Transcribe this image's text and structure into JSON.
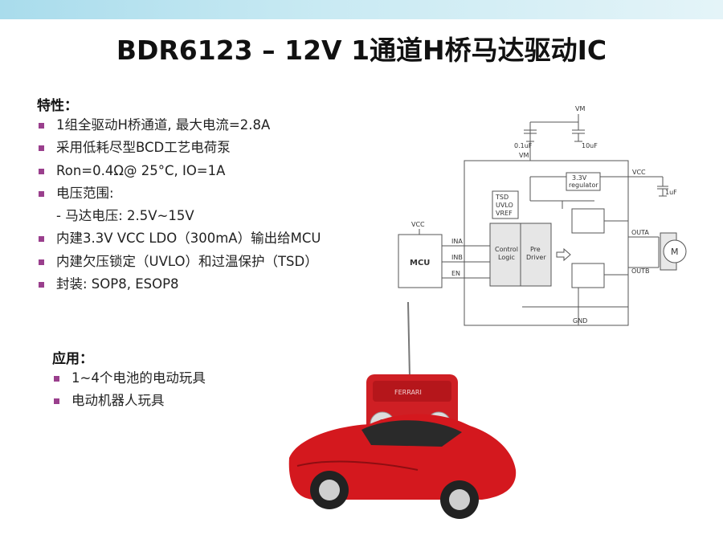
{
  "title": "BDR6123 – 12V 1通道H桥马达驱动IC",
  "features": {
    "heading": "特性：",
    "items": [
      {
        "text": "1组全驱动H桥通道, 最大电流=2.8A",
        "bullet": true
      },
      {
        "text": "采用低耗尽型BCD工艺电荷泵",
        "bullet": true
      },
      {
        "text": "Ron=0.4Ω@ 25°C, IO=1A",
        "bullet": true
      },
      {
        "text": "电压范围:",
        "bullet": true
      },
      {
        "text": "- 马达电压: 2.5V~15V",
        "bullet": false
      },
      {
        "text": "内建3.3V VCC LDO（300mA）输出给MCU",
        "bullet": true
      },
      {
        "text": "内建欠压锁定（UVLO）和过温保护（TSD）",
        "bullet": true
      },
      {
        "text": "封装: SOP8, ESOP8",
        "bullet": true
      }
    ]
  },
  "applications": {
    "heading": "应用：",
    "items": [
      {
        "text": "1~4个电池的电动玩具"
      },
      {
        "text": "电动机器人玩具"
      }
    ]
  },
  "diagram": {
    "vm_top": "VM",
    "cap1": "0.1uF",
    "cap2": "10uF",
    "vm_pin": "VM",
    "regulator_line1": "3.3V",
    "regulator_line2": "regulator",
    "vcc_pin": "VCC",
    "cap3": "1uF",
    "tsd1": "TSD",
    "tsd2": "UVLO",
    "tsd3": "VREF",
    "vcc_label": "VCC",
    "mcu": "MCU",
    "ina": "INA",
    "inb": "INB",
    "en": "EN",
    "control1": "Control",
    "control2": "Logic",
    "pre1": "Pre",
    "pre2": "Driver",
    "outa": "OUTA",
    "outb": "OUTB",
    "motor": "M",
    "gnd": "GND"
  },
  "car": {
    "brand": "FERRARI"
  },
  "colors": {
    "bullet": "#9a3f8d",
    "car_red": "#d4181e"
  }
}
